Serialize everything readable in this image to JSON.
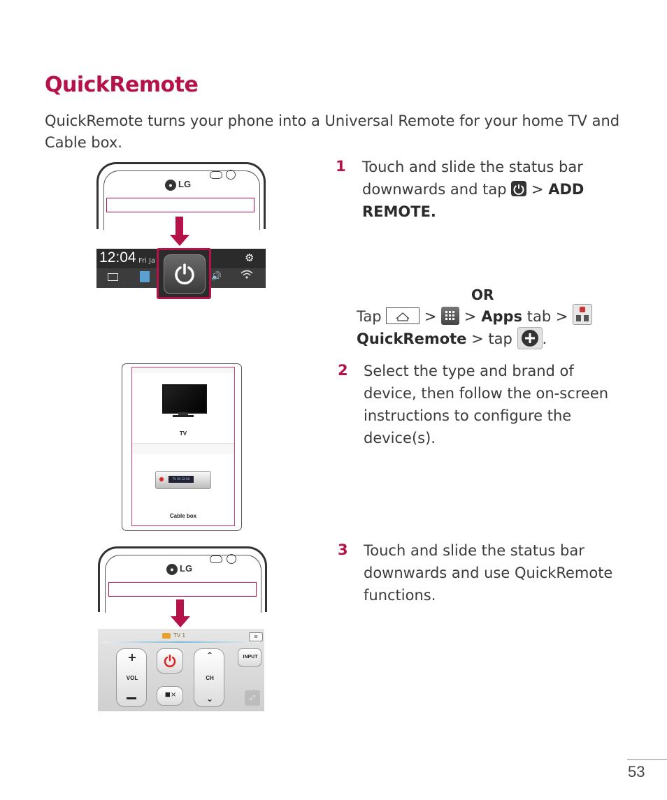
{
  "title": "QuickRemote",
  "intro": "QuickRemote turns your phone into a Universal Remote for your home TV and Cable box.",
  "step1": {
    "number": "1",
    "text_a": "Touch and slide the status bar downwards and tap",
    "text_sep": ">",
    "text_bold": "ADD REMOTE."
  },
  "or_block": {
    "or_label": "OR",
    "tap": "Tap",
    "sep1": ">",
    "sep2": ">",
    "apps": "Apps",
    "tab": "tab >",
    "quickremote": "QuickRemote",
    "tap2": "> tap",
    "period": "."
  },
  "step2": {
    "number": "2",
    "text": "Select the type and brand of device, then follow the on-screen instructions to configure the device(s)."
  },
  "step3": {
    "number": "3",
    "text": "Touch and slide the status bar downwards and use QuickRemote functions."
  },
  "figure1": {
    "brand": "LG",
    "clock": "12:04",
    "date": "Fri Ja"
  },
  "figure2": {
    "tv_label": "TV",
    "cable_label": "Cable box",
    "box_display": "TV 00   12:00"
  },
  "figure3": {
    "brand": "LG",
    "room": "TV 1",
    "vol": "VOL",
    "ch": "CH",
    "input": "INPUT"
  },
  "page_number": "53",
  "colors": {
    "accent": "#b5124a",
    "text": "#3a3a3a"
  },
  "icons": [
    "power-icon",
    "home-icon",
    "apps-grid-icon",
    "quickremote-app-icon",
    "add-icon",
    "gear-icon",
    "wifi-icon",
    "mute-icon",
    "expand-icon"
  ]
}
